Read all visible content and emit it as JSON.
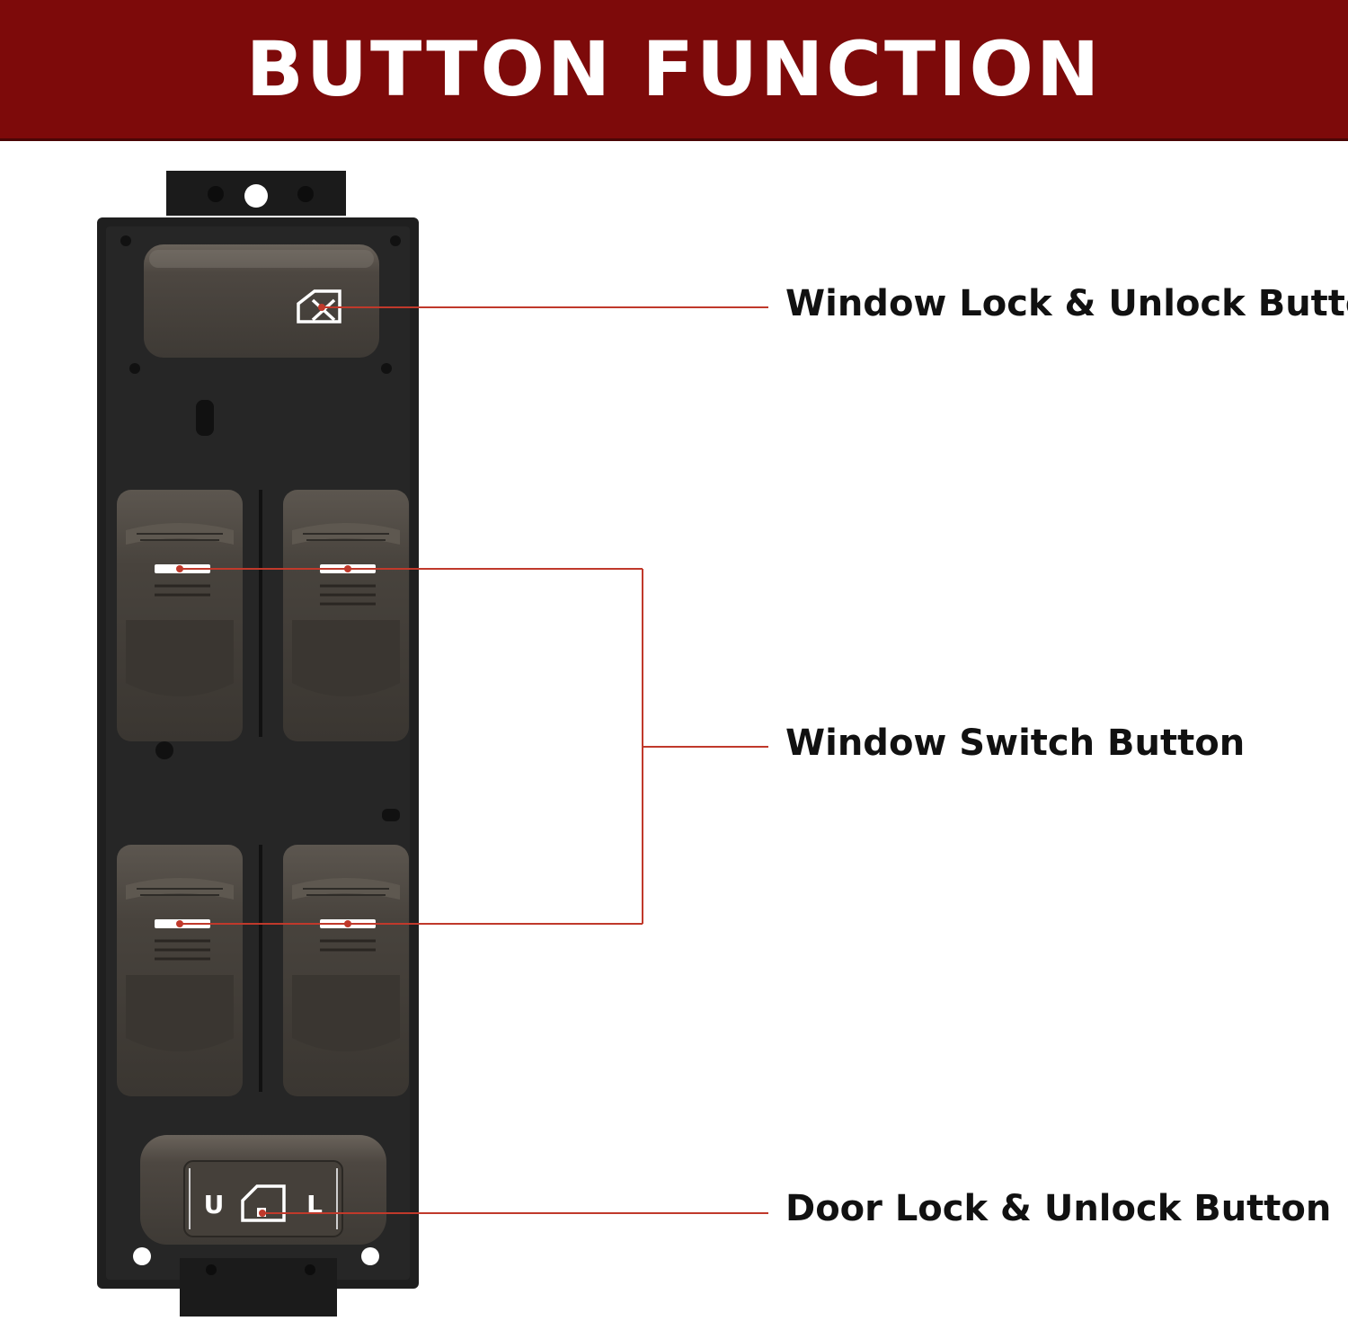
{
  "banner": {
    "title": "BUTTON FUNCTION",
    "background_color": "#7d0a0a",
    "text_color": "#ffffff"
  },
  "callouts": [
    {
      "label": "Window Lock & Unlock Button",
      "line_color": "#c0392b"
    },
    {
      "label": "Window Switch Button",
      "line_color": "#c0392b"
    },
    {
      "label": "Door Lock & Unlock Button",
      "line_color": "#c0392b"
    }
  ],
  "door_lock_switch": {
    "left_letter": "U",
    "right_letter": "L"
  },
  "icons": [
    "window-lock-icon",
    "window-glyph-icon",
    "door-lock-icon"
  ]
}
